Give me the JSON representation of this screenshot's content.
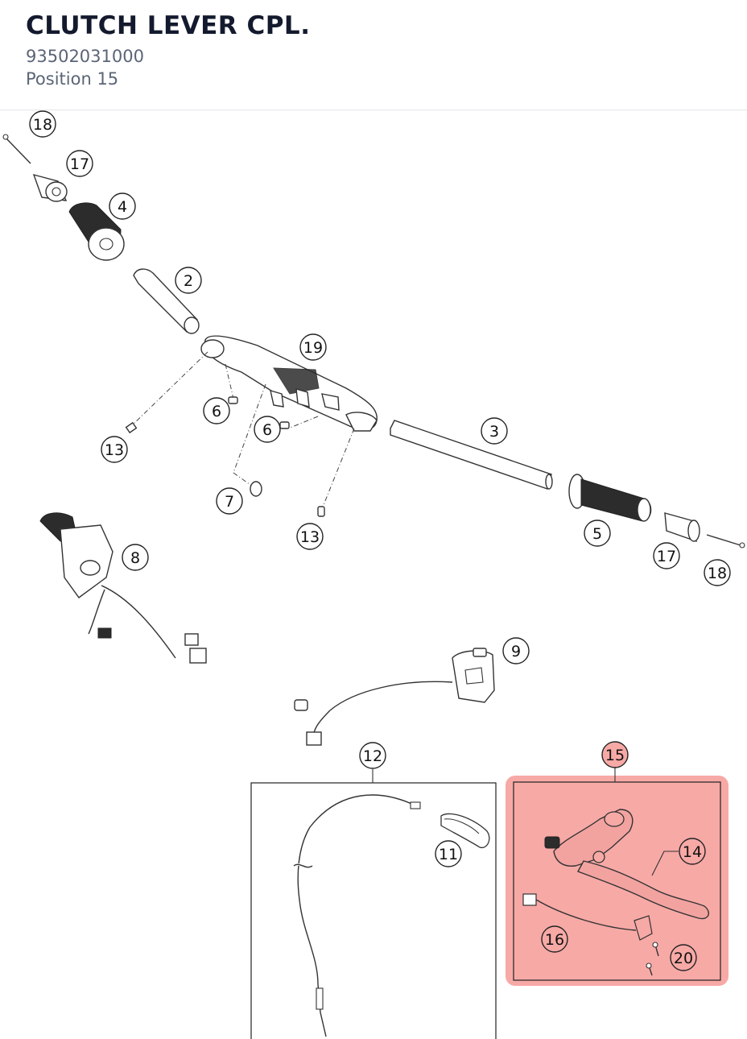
{
  "header": {
    "title": "CLUTCH LEVER CPL.",
    "part_number": "93502031000",
    "position": "Position 15"
  },
  "diagram": {
    "highlight_color": "#f7a9a6",
    "highlighted_callout": "15",
    "callouts": {
      "c18a": "18",
      "c17a": "17",
      "c4": "4",
      "c2": "2",
      "c19": "19",
      "c6a": "6",
      "c6b": "6",
      "c13a": "13",
      "c7": "7",
      "c13b": "13",
      "c3": "3",
      "c5": "5",
      "c17b": "17",
      "c18b": "18",
      "c8": "8",
      "c9": "9",
      "c12": "12",
      "c11": "11",
      "c15": "15",
      "c14": "14",
      "c16": "16",
      "c20": "20"
    }
  }
}
